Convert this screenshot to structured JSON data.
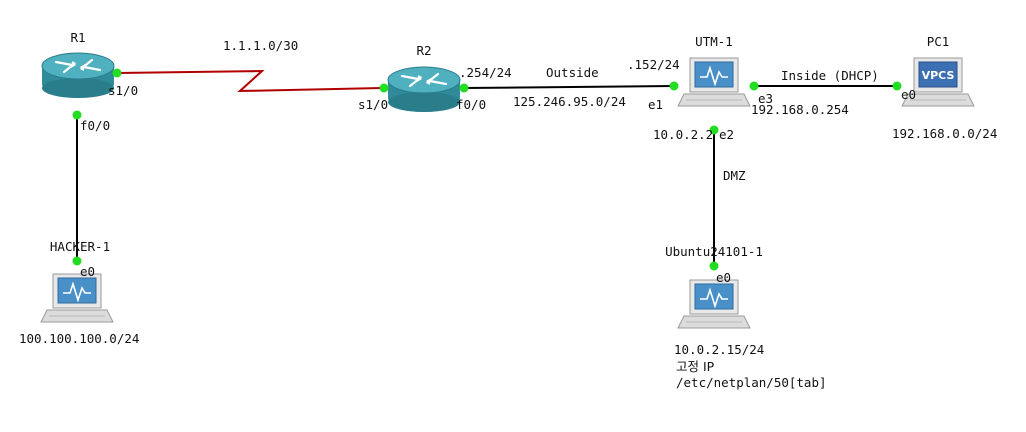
{
  "colors": {
    "link": "#000000",
    "wan_link": "#b00000",
    "port_up": "#22dd22",
    "router_body": "#2f8a99",
    "router_top": "#4fb0bf",
    "screen": "#4a90c8",
    "vpcs_screen": "#3d6fb3"
  },
  "devices": {
    "r1": {
      "name": "R1",
      "type": "router-icon"
    },
    "r2": {
      "name": "R2",
      "type": "router-icon"
    },
    "utm": {
      "name": "UTM-1",
      "type": "host-icon"
    },
    "pc1": {
      "name": "PC1",
      "type": "vpcs-icon",
      "screen_text": "VPCS"
    },
    "hacker": {
      "name": "HACKER-1",
      "type": "host-icon"
    },
    "ubuntu": {
      "name": "Ubuntu24101-1",
      "type": "host-icon"
    }
  },
  "ports": {
    "r1_s1_0": "s1/0",
    "r1_f0_0": "f0/0",
    "r2_s1_0": "s1/0",
    "r2_f0_0": "f0/0",
    "utm_e1": "e1",
    "utm_e2": "e2",
    "utm_e3": "e3",
    "pc1_e0": "e0",
    "hacker_e0": "e0",
    "ubuntu_e0": "e0"
  },
  "links": {
    "wan_net": "1.1.1.0/30",
    "r2_ip": ".254/24",
    "outside_name": "Outside",
    "outside_net": "125.246.95.0/24",
    "utm_outside_ip": ".152/24",
    "inside_name": "Inside (DHCP)",
    "utm_inside_ip": "192.168.0.254",
    "pc1_net": "192.168.0.0/24",
    "dmz_name": "DMZ",
    "utm_dmz_ip": "10.0.2.2",
    "hacker_net": "100.100.100.0/24",
    "ubuntu_ip": "10.0.2.15/24",
    "ubuntu_note_1": "고정 IP",
    "ubuntu_note_2": "/etc/netplan/50[tab]"
  }
}
